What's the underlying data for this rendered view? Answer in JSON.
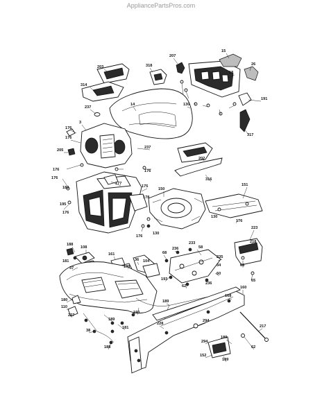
{
  "watermark": "AppliancePartsPros.com",
  "labels": [
    {
      "text": "15"
    },
    {
      "text": "26"
    },
    {
      "text": "18"
    },
    {
      "text": "207"
    },
    {
      "text": "318"
    },
    {
      "text": "203"
    },
    {
      "text": "314"
    },
    {
      "text": "14"
    },
    {
      "text": "237"
    },
    {
      "text": "130"
    },
    {
      "text": "191"
    },
    {
      "text": "317"
    },
    {
      "text": "3"
    },
    {
      "text": "176"
    },
    {
      "text": "176"
    },
    {
      "text": "205"
    },
    {
      "text": "176"
    },
    {
      "text": "237"
    },
    {
      "text": "176"
    },
    {
      "text": "202"
    },
    {
      "text": "316"
    },
    {
      "text": "176"
    },
    {
      "text": "177"
    },
    {
      "text": "175"
    },
    {
      "text": "183"
    },
    {
      "text": "195"
    },
    {
      "text": "176"
    },
    {
      "text": "178"
    },
    {
      "text": "176"
    },
    {
      "text": "150"
    },
    {
      "text": "151"
    },
    {
      "text": "130"
    },
    {
      "text": "130"
    },
    {
      "text": "176"
    },
    {
      "text": "188"
    },
    {
      "text": "108"
    },
    {
      "text": "181"
    },
    {
      "text": "37"
    },
    {
      "text": "161"
    },
    {
      "text": "199"
    },
    {
      "text": "36"
    },
    {
      "text": "104"
    },
    {
      "text": "236"
    },
    {
      "text": "233"
    },
    {
      "text": "58"
    },
    {
      "text": "68"
    },
    {
      "text": "235"
    },
    {
      "text": "34"
    },
    {
      "text": "193"
    },
    {
      "text": "62"
    },
    {
      "text": "236"
    },
    {
      "text": "60"
    },
    {
      "text": "223"
    },
    {
      "text": "218"
    },
    {
      "text": "68"
    },
    {
      "text": "65"
    },
    {
      "text": "160"
    },
    {
      "text": "168"
    },
    {
      "text": "189"
    },
    {
      "text": "180"
    },
    {
      "text": "110"
    },
    {
      "text": "227"
    },
    {
      "text": "189"
    },
    {
      "text": "193"
    },
    {
      "text": "38"
    },
    {
      "text": "181"
    },
    {
      "text": "228"
    },
    {
      "text": "294"
    },
    {
      "text": "217"
    },
    {
      "text": "294"
    },
    {
      "text": "189"
    },
    {
      "text": "188"
    },
    {
      "text": "62"
    },
    {
      "text": "152"
    },
    {
      "text": "189"
    }
  ]
}
